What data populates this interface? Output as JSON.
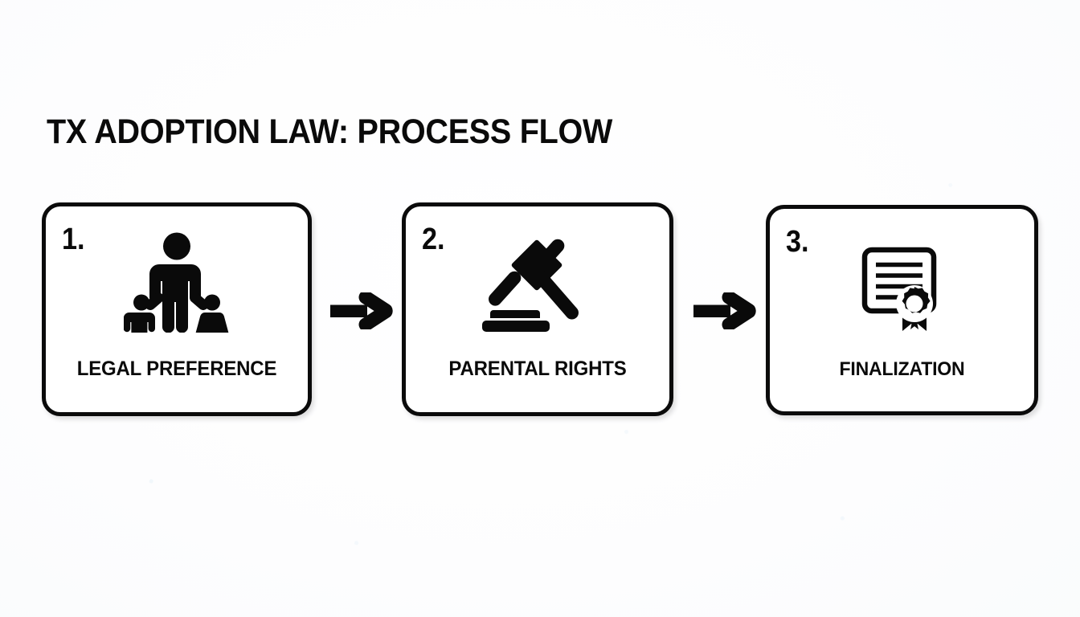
{
  "page": {
    "title": "TX ADOPTION LAW: PROCESS FLOW",
    "background_color": "#fcfdfd",
    "ink_color": "#0a0a0a"
  },
  "flow": {
    "steps": [
      {
        "number": "1.",
        "label": "LEGAL PREFERENCE",
        "icon": "family-icon"
      },
      {
        "number": "2.",
        "label": "PARENTAL RIGHTS",
        "icon": "gavel-icon"
      },
      {
        "number": "3.",
        "label": "FINALIZATION",
        "icon": "certificate-icon"
      }
    ],
    "connectors": [
      {
        "icon": "arrow-right-icon"
      },
      {
        "icon": "arrow-right-icon"
      }
    ]
  }
}
